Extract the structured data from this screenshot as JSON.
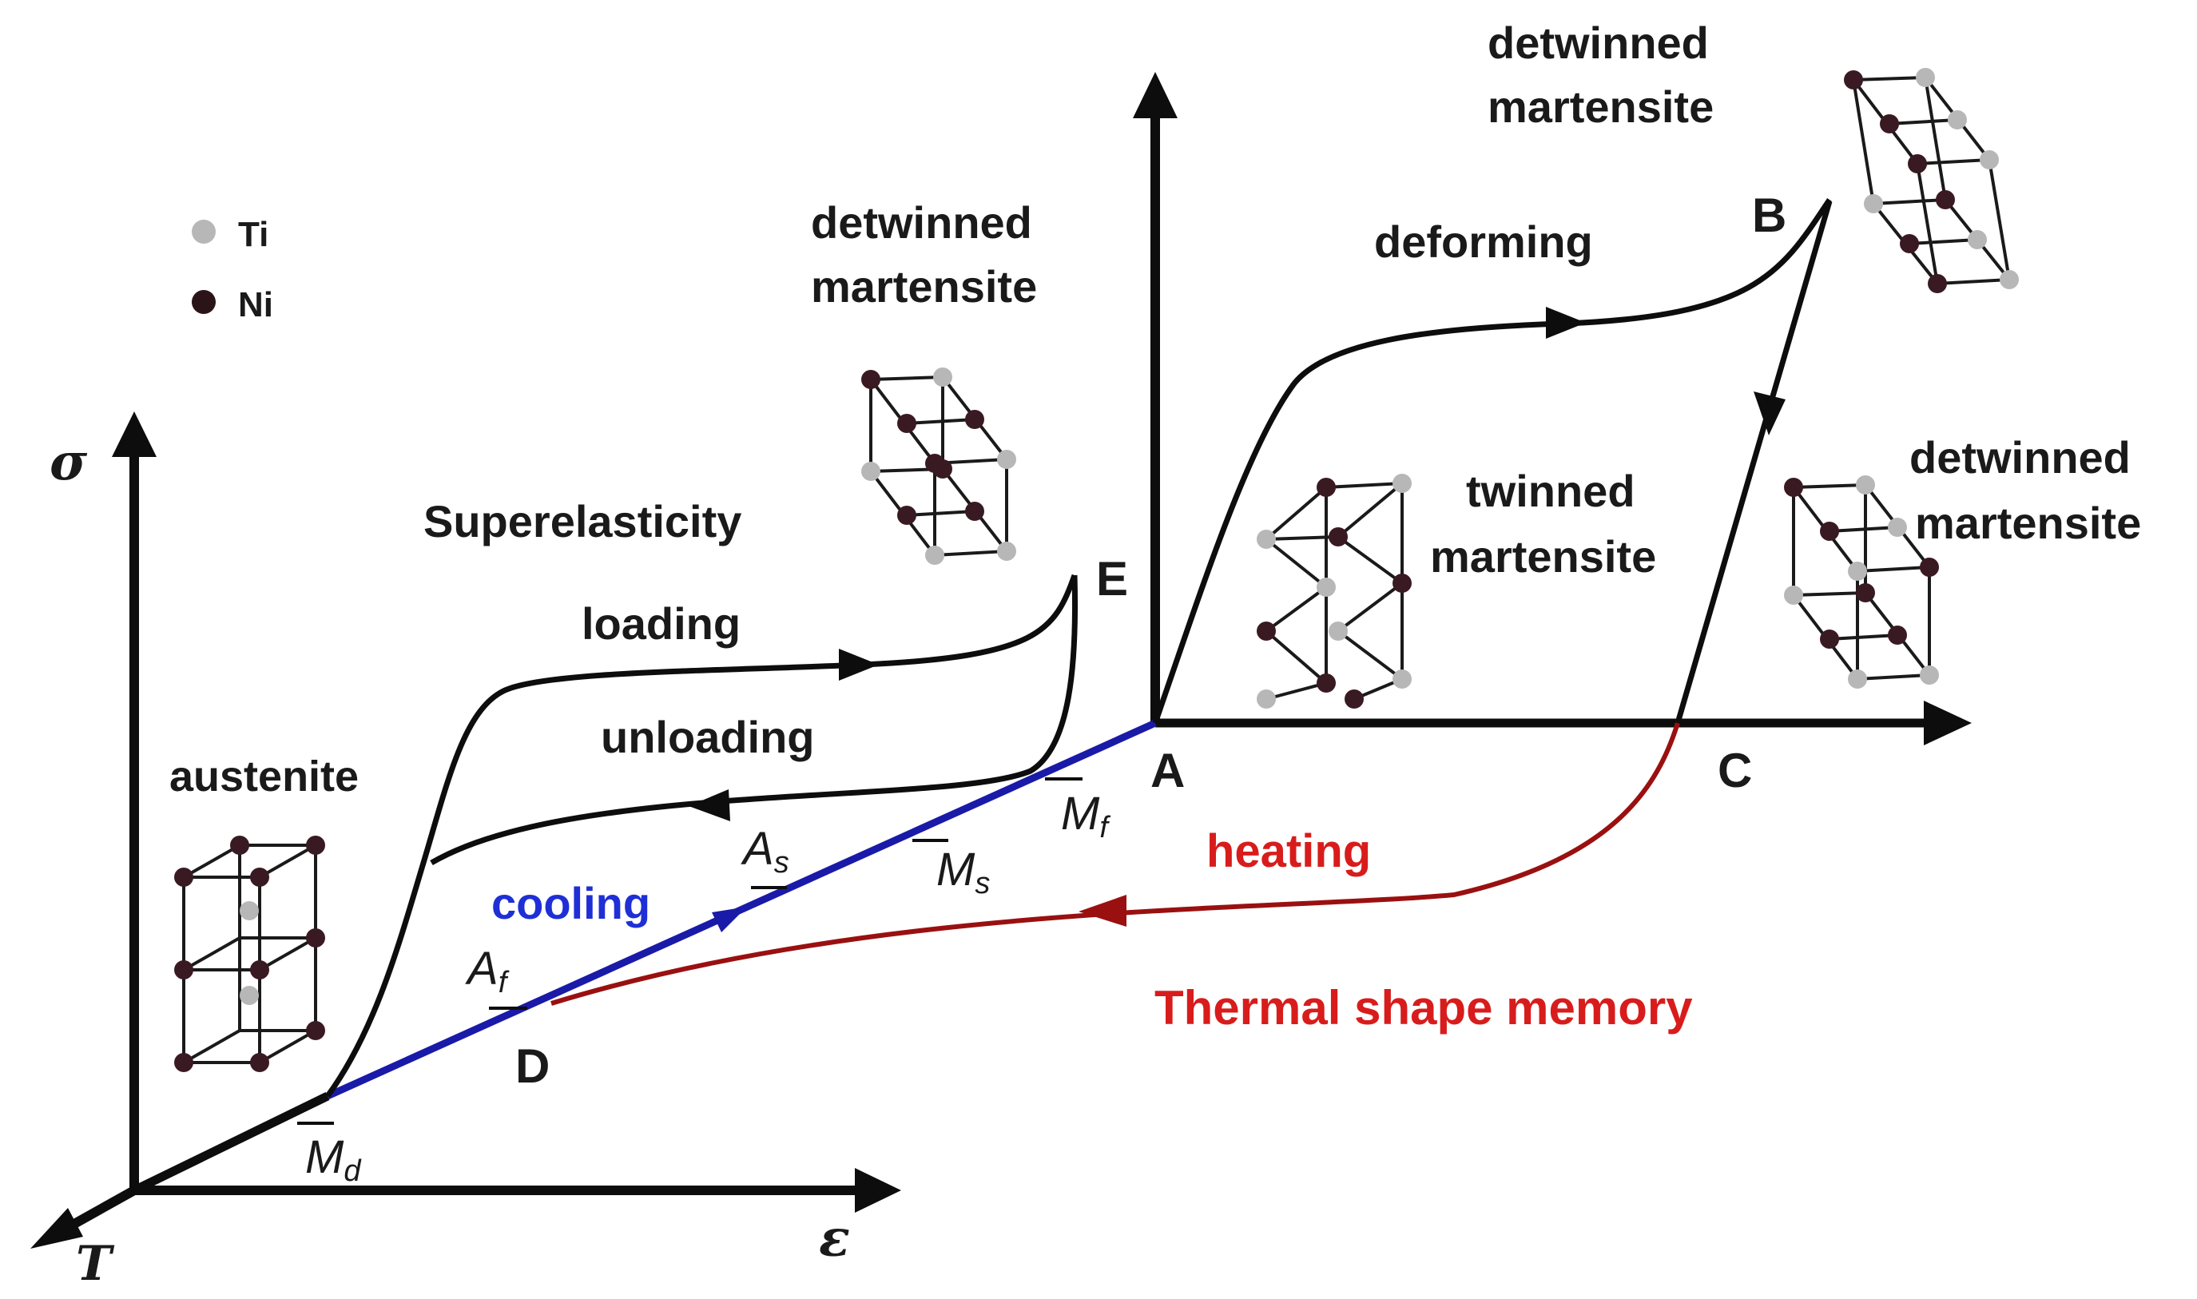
{
  "legend": {
    "ti": {
      "label": "Ti",
      "color": "#b7b7b7"
    },
    "ni": {
      "label": "Ni",
      "color": "#2b1418"
    }
  },
  "axes": {
    "front_stress": "σ",
    "front_strain": "ε",
    "front_temperature": "T"
  },
  "points": {
    "a": "A",
    "b": "B",
    "c": "C",
    "d": "D",
    "e": "E"
  },
  "temperatures": {
    "md": {
      "main": "M",
      "sub": "d"
    },
    "af": {
      "main": "A",
      "sub": "f"
    },
    "as": {
      "main": "A",
      "sub": "s"
    },
    "ms": {
      "main": "M",
      "sub": "s"
    },
    "mf": {
      "main": "M",
      "sub": "f"
    }
  },
  "labels": {
    "austenite": "austenite",
    "superelasticity": "Superelasticity",
    "loading": "loading",
    "unloading": "unloading",
    "cooling": "cooling",
    "heating": "heating",
    "thermal_shape_memory": "Thermal shape memory",
    "deforming": "deforming",
    "detwinned_e_line1": "detwinned",
    "detwinned_e_line2": "martensite",
    "detwinned_b_line1": "detwinned",
    "detwinned_b_line2": "martensite",
    "twinned_line1": "twinned",
    "twinned_line2": "martensite",
    "detwinned_c_line1": "detwinned",
    "detwinned_c_line2": "martensite"
  },
  "colors": {
    "axis": "#0d0d0d",
    "curve": "#0d0d0d",
    "cooling": "#1a1aa8",
    "heating": "#9a1010",
    "cooling_text": "#1f2fd6",
    "heating_text": "#d81c1c"
  }
}
